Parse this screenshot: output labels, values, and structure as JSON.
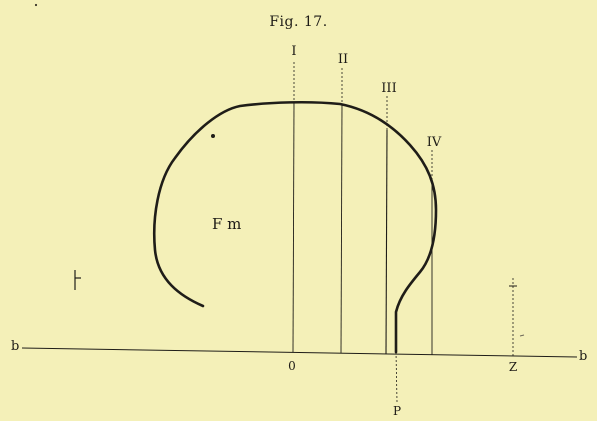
{
  "figure": {
    "title": "Fig. 17.",
    "region_label": "F m",
    "baseline": {
      "left_label": "b",
      "right_label": "b"
    },
    "verticals": [
      {
        "label": "I"
      },
      {
        "label": "II"
      },
      {
        "label": "III"
      },
      {
        "label": "IV"
      }
    ],
    "axis_marks": [
      {
        "label": "0"
      },
      {
        "label": "P"
      },
      {
        "label": "Z"
      }
    ]
  }
}
